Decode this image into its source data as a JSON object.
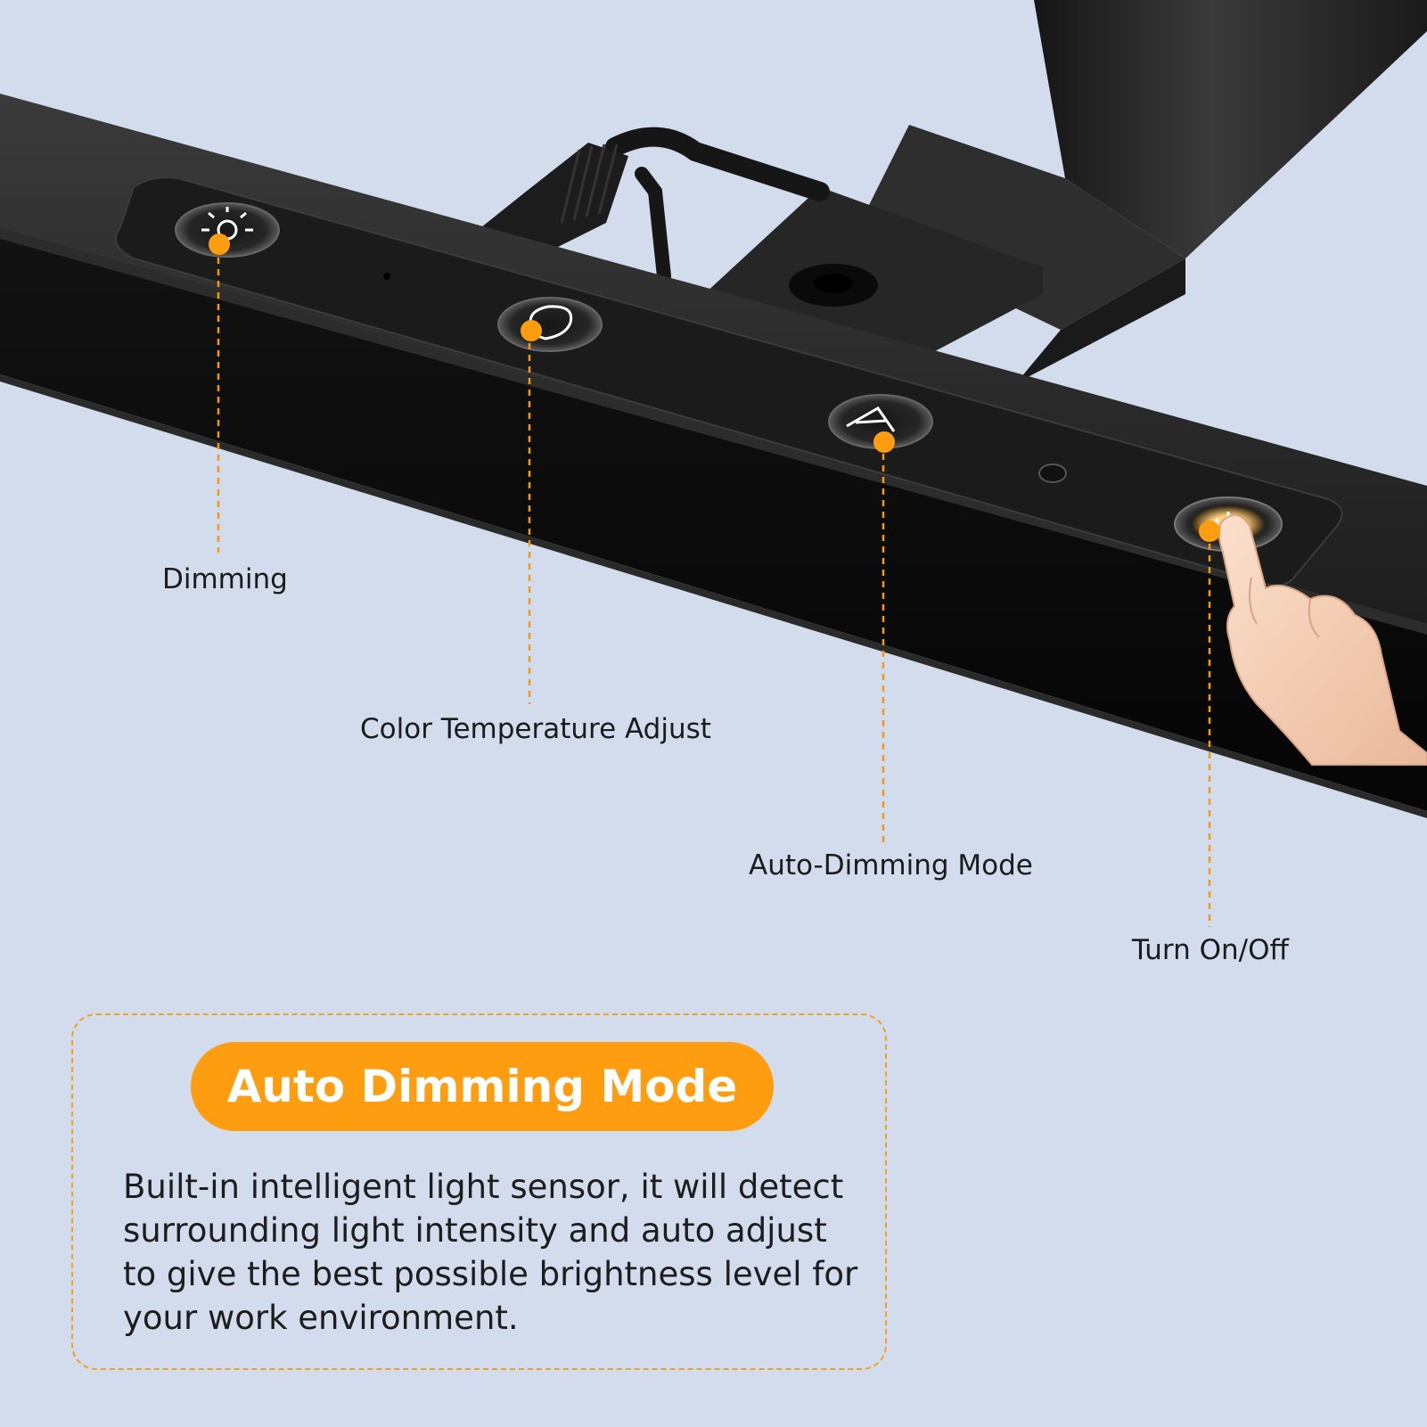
{
  "callouts": [
    {
      "id": "dimming",
      "label": "Dimming"
    },
    {
      "id": "color-temperature",
      "label": "Color Temperature Adjust"
    },
    {
      "id": "auto-dimming",
      "label": "Auto-Dimming Mode"
    },
    {
      "id": "power",
      "label": "Turn On/Off"
    }
  ],
  "buttons": [
    {
      "id": "dimming",
      "icon": "sun-icon"
    },
    {
      "id": "color-temperature",
      "icon": "bulb-icon"
    },
    {
      "id": "auto-dimming",
      "icon": "auto-a-icon"
    },
    {
      "id": "power",
      "icon": "power-icon"
    }
  ],
  "feature": {
    "title": "Auto Dimming Mode",
    "description": "Built-in intelligent light sensor, it will detect surrounding light intensity and auto adjust to give the best possible brightness level for your work environment."
  },
  "colors": {
    "background": "#d2dcec",
    "accent": "#fe9d0f",
    "product": "#1c1c1c",
    "text": "#1b1b1b"
  }
}
